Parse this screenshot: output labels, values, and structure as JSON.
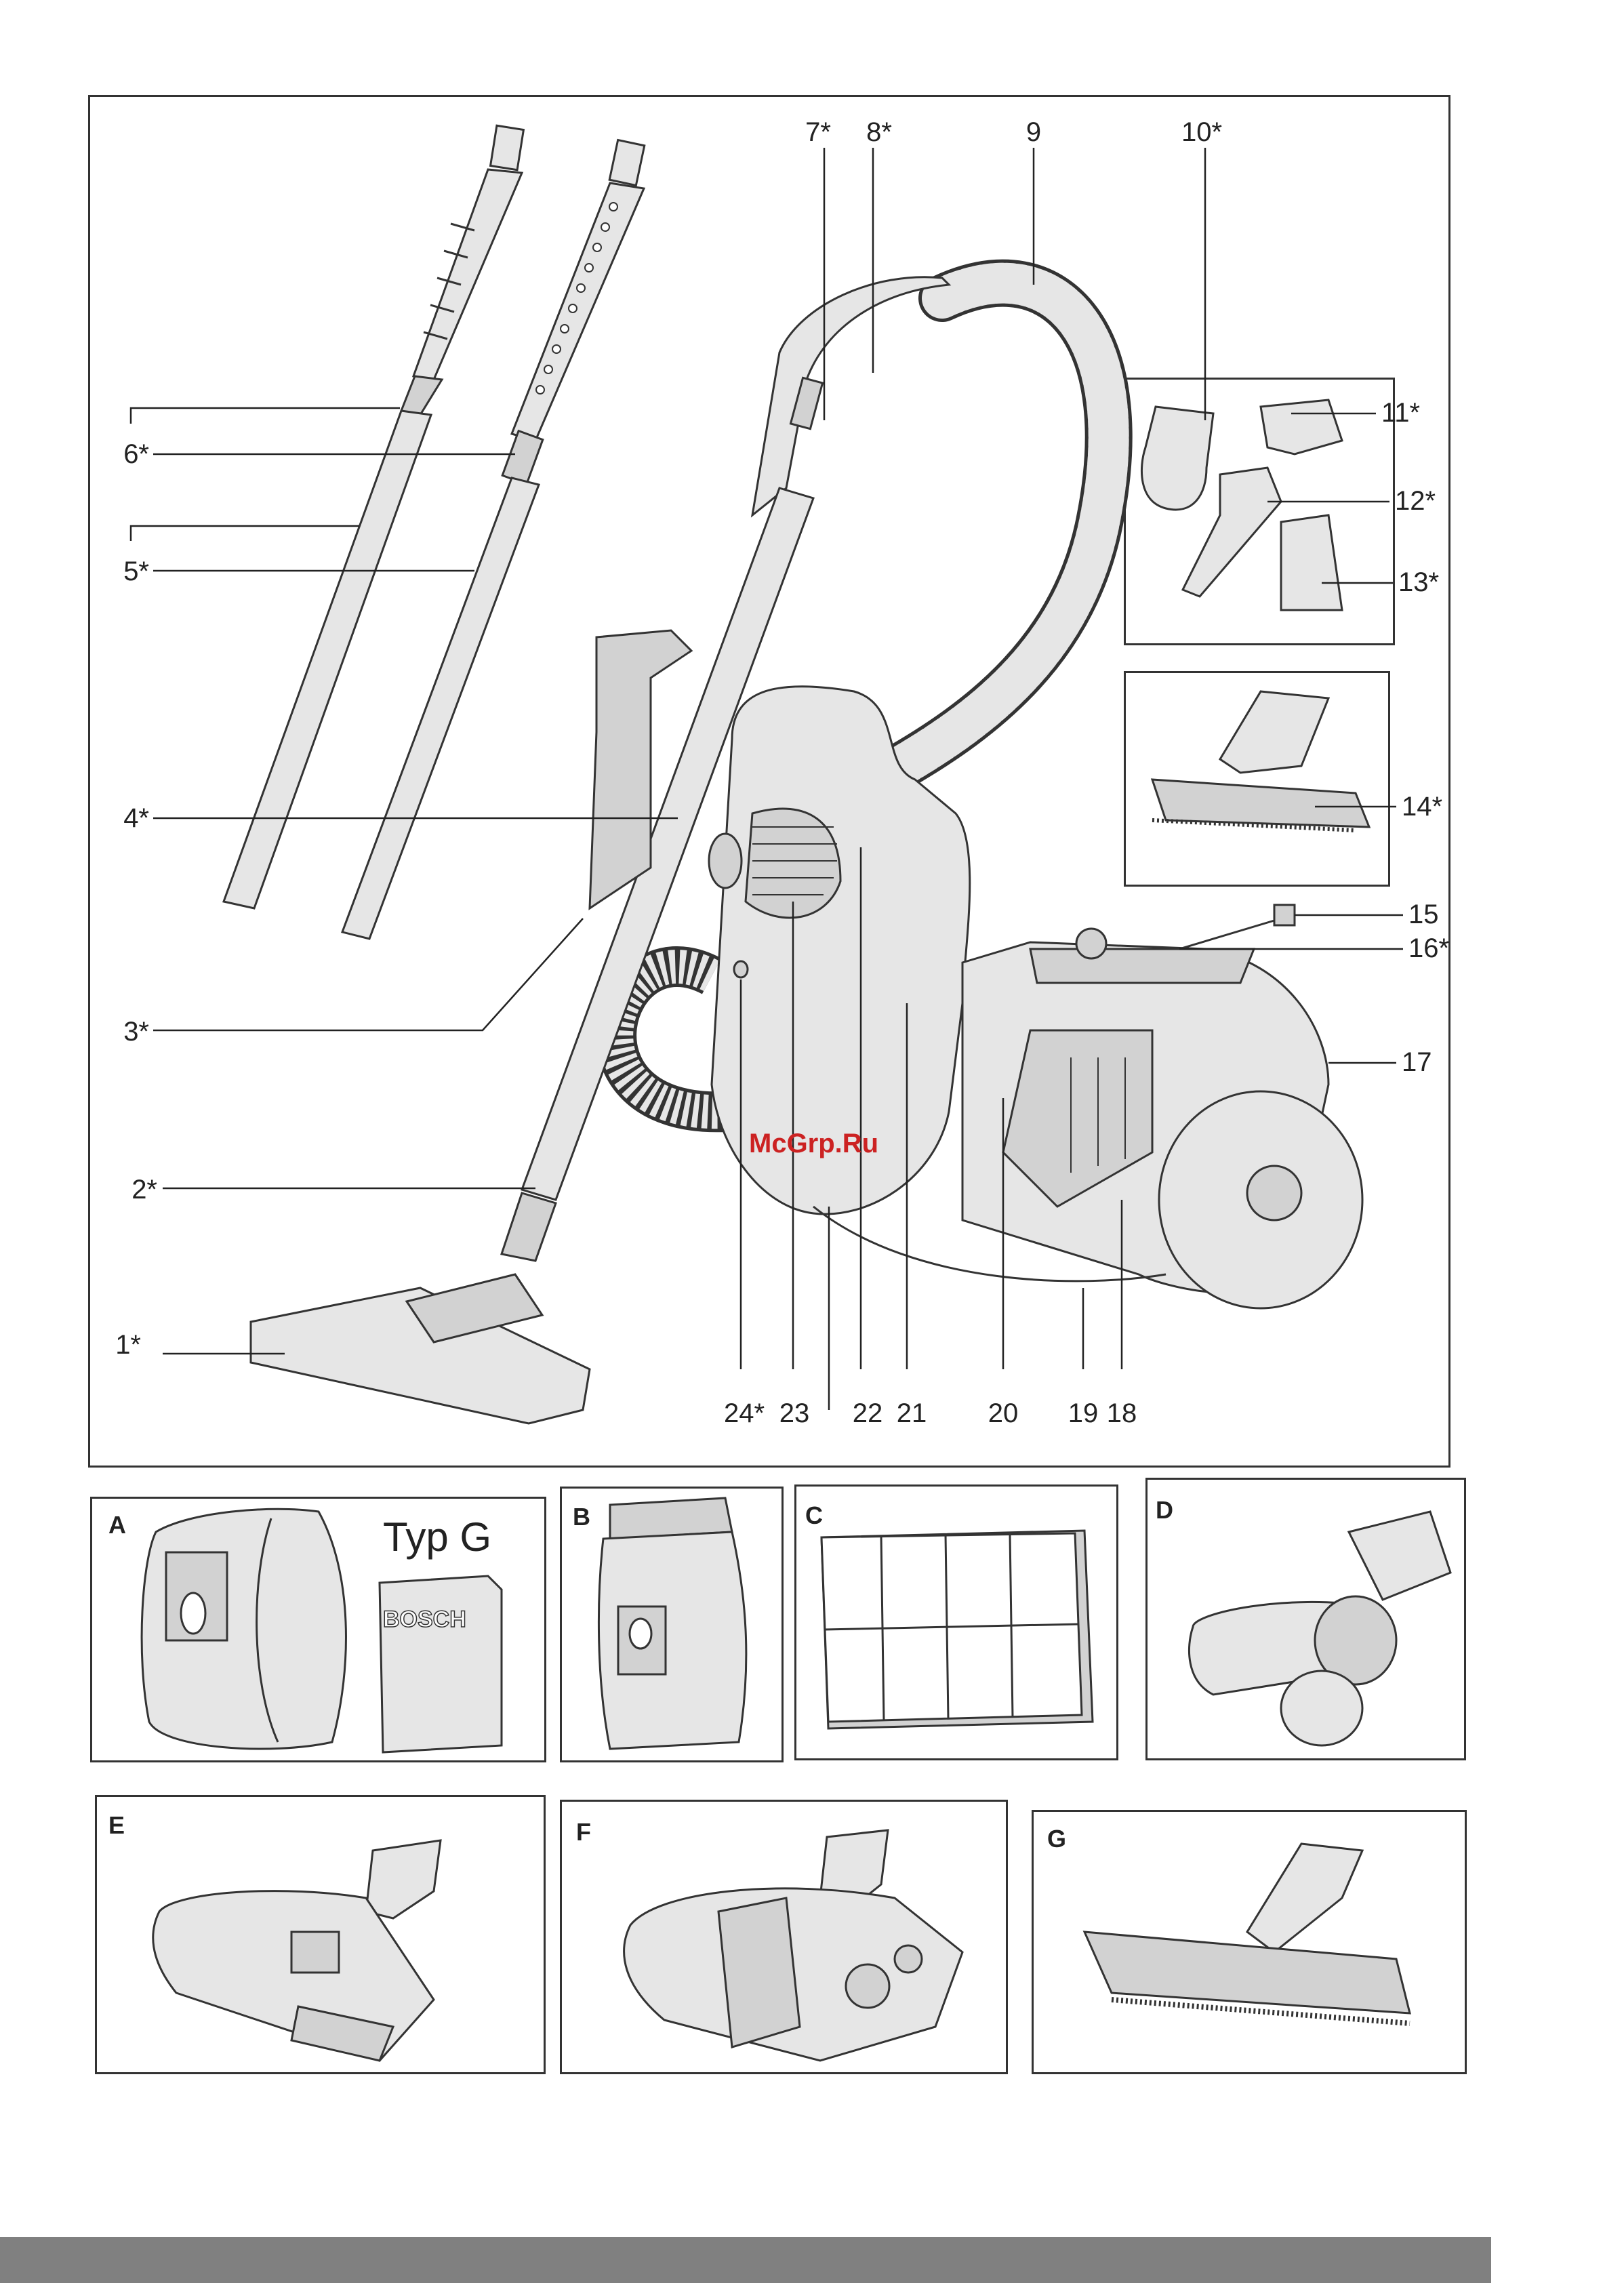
{
  "main_labels": {
    "l1": "1*",
    "l2": "2*",
    "l3": "3*",
    "l4": "4*",
    "l5": "5*",
    "l6": "6*",
    "l7": "7*",
    "l8": "8*",
    "l9": "9",
    "l10": "10*",
    "l11": "11*",
    "l12": "12*",
    "l13": "13*",
    "l14": "14*",
    "l15": "15",
    "l16": "16*",
    "l17": "17",
    "l18": "18",
    "l19": "19",
    "l20": "20",
    "l21": "21",
    "l22": "22",
    "l23": "23",
    "l24": "24*"
  },
  "watermark": "McGrp.Ru",
  "panels": {
    "A": {
      "letter": "A",
      "title": "Typ G",
      "box_brand": "BOSCH"
    },
    "B": {
      "letter": "B"
    },
    "C": {
      "letter": "C"
    },
    "D": {
      "letter": "D"
    },
    "E": {
      "letter": "E"
    },
    "F": {
      "letter": "F"
    },
    "G": {
      "letter": "G"
    }
  },
  "colors": {
    "line": "#333333",
    "fill_light": "#e6e6e6",
    "fill_mid": "#d2d2d2",
    "watermark": "#cc2222",
    "bottom_band": "#555555"
  }
}
